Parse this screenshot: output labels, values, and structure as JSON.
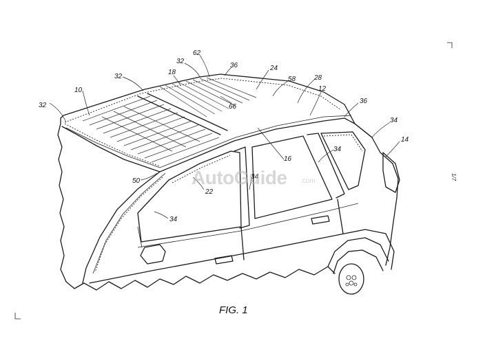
{
  "figure": {
    "caption": "FIG. 1",
    "sheet_mark": "1/7",
    "watermark": "AutoGuide",
    "watermark_suffix": ".com"
  },
  "reference_numerals": [
    {
      "id": "ref-32a",
      "text": "32"
    },
    {
      "id": "ref-10",
      "text": "10"
    },
    {
      "id": "ref-32b",
      "text": "32"
    },
    {
      "id": "ref-18",
      "text": "18"
    },
    {
      "id": "ref-32c",
      "text": "32"
    },
    {
      "id": "ref-62",
      "text": "62"
    },
    {
      "id": "ref-36a",
      "text": "36"
    },
    {
      "id": "ref-24",
      "text": "24"
    },
    {
      "id": "ref-58",
      "text": "58"
    },
    {
      "id": "ref-28",
      "text": "28"
    },
    {
      "id": "ref-12",
      "text": "12"
    },
    {
      "id": "ref-66",
      "text": "66"
    },
    {
      "id": "ref-36b",
      "text": "36"
    },
    {
      "id": "ref-34a",
      "text": "34"
    },
    {
      "id": "ref-14",
      "text": "14"
    },
    {
      "id": "ref-34b",
      "text": "34"
    },
    {
      "id": "ref-16",
      "text": "16"
    },
    {
      "id": "ref-34c",
      "text": "34"
    },
    {
      "id": "ref-50",
      "text": "50"
    },
    {
      "id": "ref-22",
      "text": "22"
    },
    {
      "id": "ref-34d",
      "text": "34"
    }
  ]
}
